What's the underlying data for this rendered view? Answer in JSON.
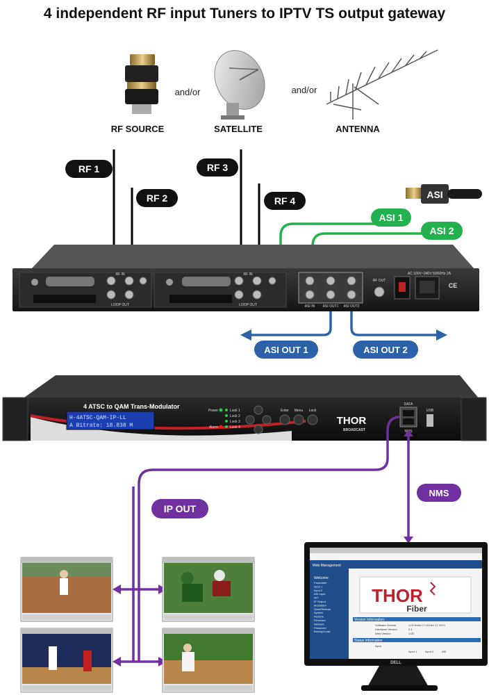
{
  "title": "4 independent RF input Tuners to IPTV TS output gateway",
  "sources": {
    "rf_source": "RF SOURCE",
    "satellite": "SATELLITE",
    "antenna": "ANTENNA",
    "andor_1": "and/or",
    "andor_2": "and/or"
  },
  "inputs": {
    "rf1": "RF 1",
    "rf2": "RF 2",
    "rf3": "RF 3",
    "rf4": "RF 4",
    "asi": "ASI",
    "asi1": "ASI 1",
    "asi2": "ASI 2"
  },
  "rear_panel": {
    "rf_in_1": "RF IN",
    "rf_in_2": "RF IN",
    "loop_out_1": "LOOP OUT",
    "loop_out_2": "LOOP OUT",
    "asi_in": "ASI IN",
    "asi_out1": "ASI OUT1",
    "asi_out2": "ASI OUT2",
    "rf_out": "RF OUT",
    "power_spec": "AC 100V~240V 50/60Hz 2A",
    "ce": "CE"
  },
  "outputs": {
    "asi_out1": "ASI OUT 1",
    "asi_out2": "ASI OUT 2",
    "ip_out": "IP OUT",
    "nms": "NMS"
  },
  "front_panel": {
    "model_title": "4 ATSC to QAM Trans-Modulator",
    "lcd_line1": "H-4ATSC-QAM-IP-LL",
    "lcd_line2": "A Bitrate: 18.838 M",
    "power": "Power",
    "alarm": "Alarm",
    "lock1": "Lock 1",
    "lock2": "Lock 2",
    "lock3": "Lock 3",
    "lock4": "Lock 4",
    "enter": "Enter",
    "menu": "Menu",
    "lock": "Lock",
    "brand": "THOR",
    "brand_sub": "BROADCAST",
    "data": "DATA",
    "nms": "NMS",
    "usb": "USB"
  },
  "monitor": {
    "web_title": "Web Management",
    "welcome": "Welcome",
    "menu_items": [
      "Parameter",
      "Input 1",
      "Input 2",
      "ASI Input",
      "NIT",
      "IP Output",
      "Modulator",
      "Save/Restore",
      "System",
      "Restore",
      "Firmware",
      "Network",
      "Password",
      "Backup/Load"
    ],
    "logo_top": "THOR",
    "logo_bottom": "Fiber",
    "version_header": "Version Information",
    "software_label": "Software Version",
    "software_value": "1.00 Build 17:43 Dec 17 2013",
    "hardware_label": "Hardware Version",
    "hardware_value": "0.1",
    "web_label": "Web Version",
    "web_value": "1.00",
    "status_header": "Status Information",
    "input_label": "Input",
    "input_cols": [
      "Input 1",
      "Input 2",
      "ASI"
    ],
    "brand": "DELL"
  },
  "colors": {
    "green": "#22b14c",
    "blue": "#2b62a8",
    "purple": "#7030a0",
    "label_black": "#111111"
  }
}
